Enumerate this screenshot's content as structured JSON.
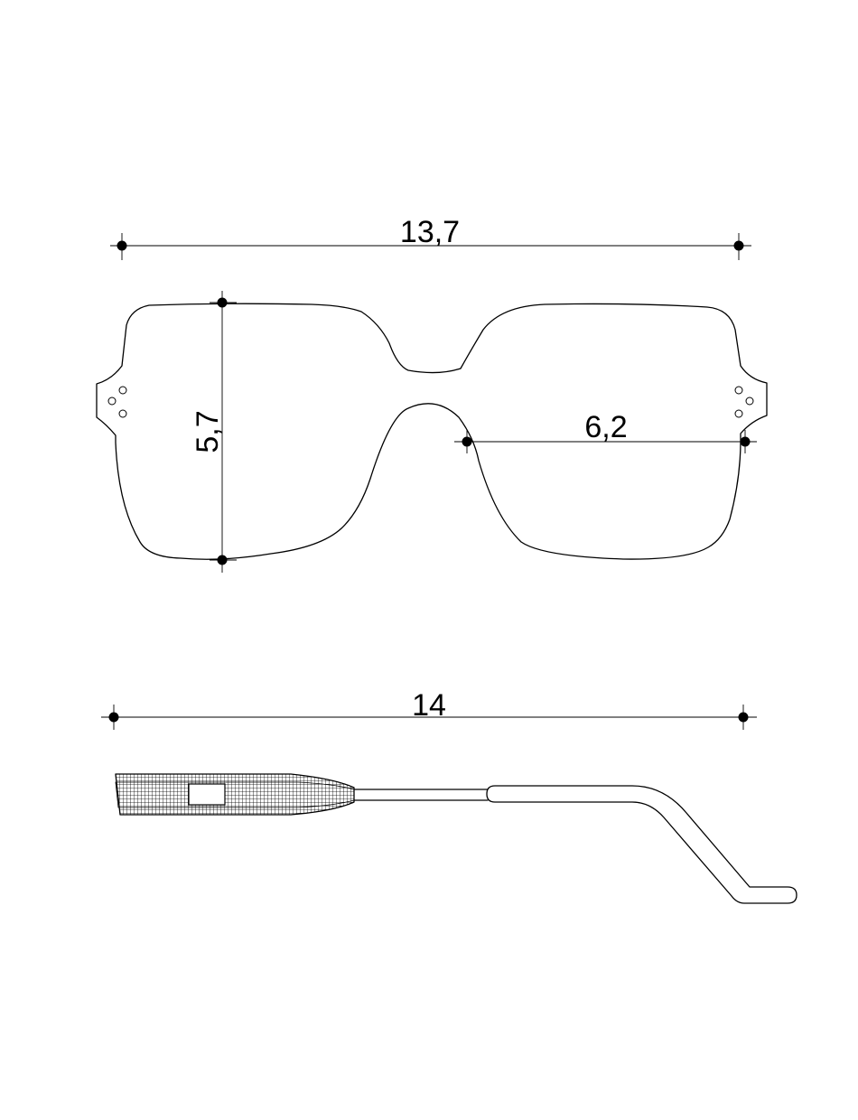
{
  "dimensions": {
    "frame_width": "13,7",
    "lens_height": "5,7",
    "lens_width": "6,2",
    "temple_length": "14"
  },
  "colors": {
    "line": "#000000",
    "background": "#ffffff"
  }
}
